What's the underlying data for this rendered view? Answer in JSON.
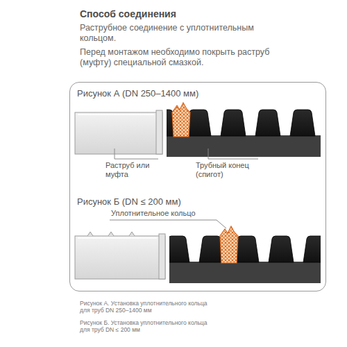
{
  "diagram": {
    "title": "Способ соединения",
    "nodes": [
      {
        "text": [
          "Рисунок А (DN 250–1400 мм)",
          "Рисунок Б (DN ≤ 200 мм)"
        ]
      }
    ],
    "labels": [
      "Раструбное соединение с уплотнительным кольцом.",
      "Перед монтажом необходимо покрыть раструб (муфту) специальной смазкой.",
      "Раструб или муфта",
      "Трубный конец (спигот)",
      "Уплотнительное кольцо",
      "Рисунок А. Установка уплотнительного кольца для труб DN 250–1400 мм",
      "Рисунок Б. Установка уплотнительного кольца для труб DN ≤ 200 мм"
    ]
  }
}
